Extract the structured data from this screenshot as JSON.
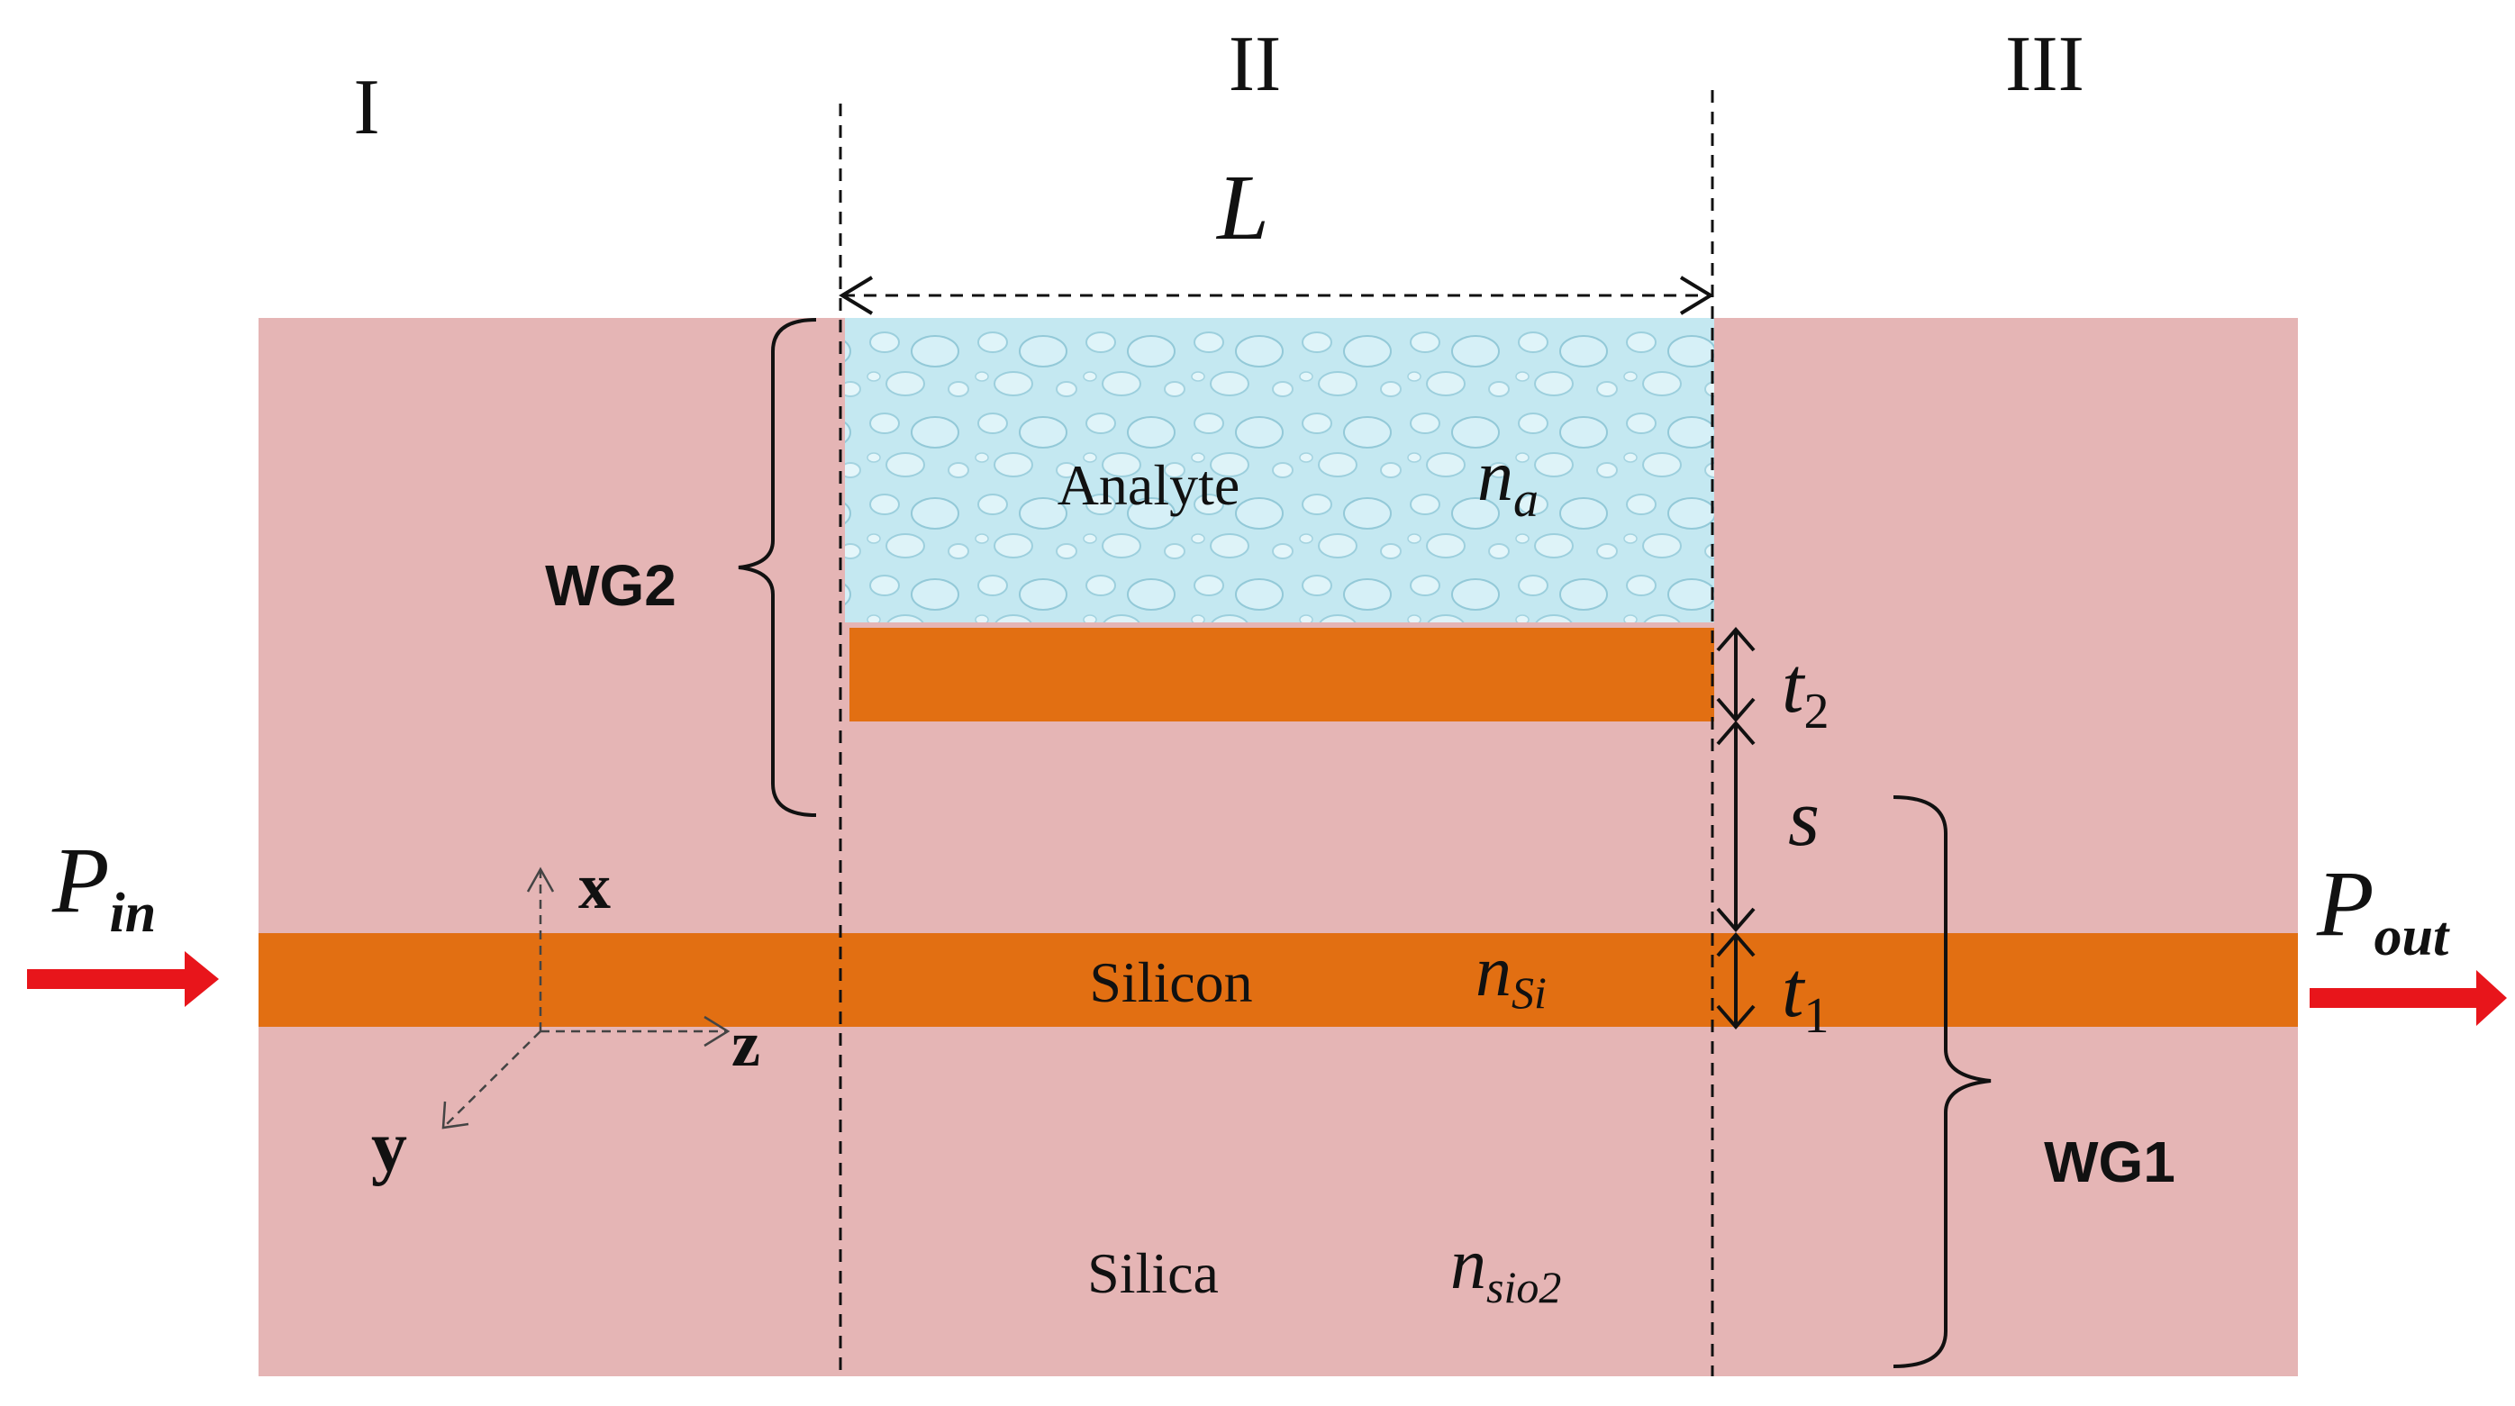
{
  "regions": {
    "left": "I",
    "middle": "II",
    "right": "III"
  },
  "labels": {
    "length": "L",
    "analyte": "Analyte",
    "analyte_index": "n",
    "analyte_index_sub": "a",
    "silicon": "Silicon",
    "silicon_index": "n",
    "silicon_index_sub": "Si",
    "silica": "Silica",
    "silica_index": "n",
    "silica_index_sub": "sio2",
    "wg2": "WG2",
    "wg1": "WG1",
    "t2": "t",
    "t2_sub": "2",
    "t1": "t",
    "t1_sub": "1",
    "gap": "s",
    "p_in": "P",
    "p_in_sub": "in",
    "p_out": "P",
    "p_out_sub": "out",
    "axis_x": "x",
    "axis_y": "y",
    "axis_z": "z"
  },
  "colors": {
    "cladding": "#e5b5b5",
    "silicon": "#e26f12",
    "analyte": "#bfe6f0",
    "arrow": "#e8151b",
    "line": "#111111"
  }
}
